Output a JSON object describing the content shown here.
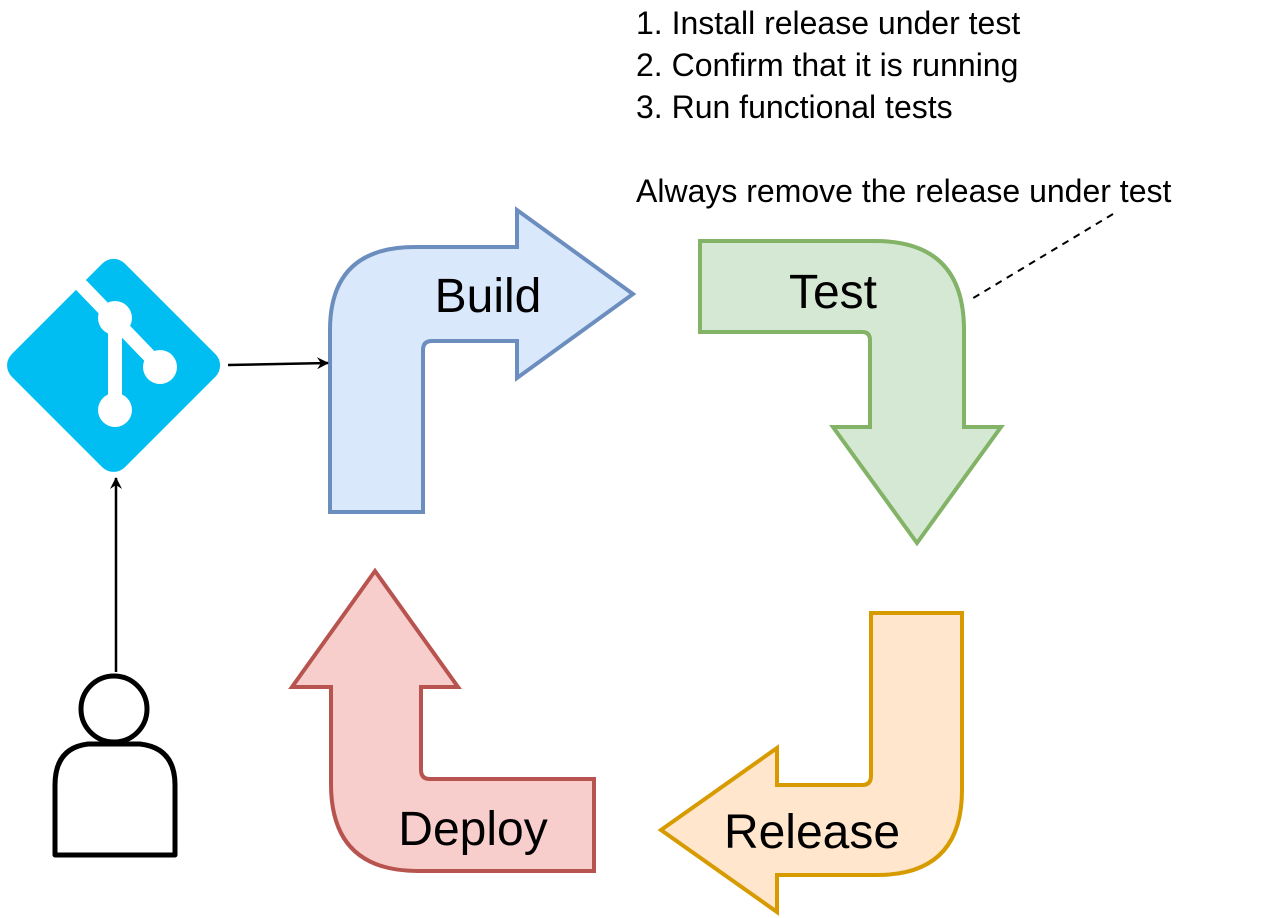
{
  "steps": [
    "1. Install release under test",
    "2. Confirm that it is running",
    "3. Run functional tests"
  ],
  "test_note": "Always remove the release under test",
  "stages": {
    "build": {
      "label": "Build",
      "fill": "#dae8fc",
      "stroke": "#6c8ebf"
    },
    "test": {
      "label": "Test",
      "fill": "#d5e8d4",
      "stroke": "#82b366"
    },
    "release": {
      "label": "Release",
      "fill": "#ffe6cc",
      "stroke": "#d79b00"
    },
    "deploy": {
      "label": "Deploy",
      "fill": "#f8cecc",
      "stroke": "#b85450"
    }
  },
  "icons": {
    "repository": "git-logo-icon",
    "developer": "user-icon"
  },
  "colors": {
    "git": "#00bef2",
    "connector": "#000000"
  }
}
